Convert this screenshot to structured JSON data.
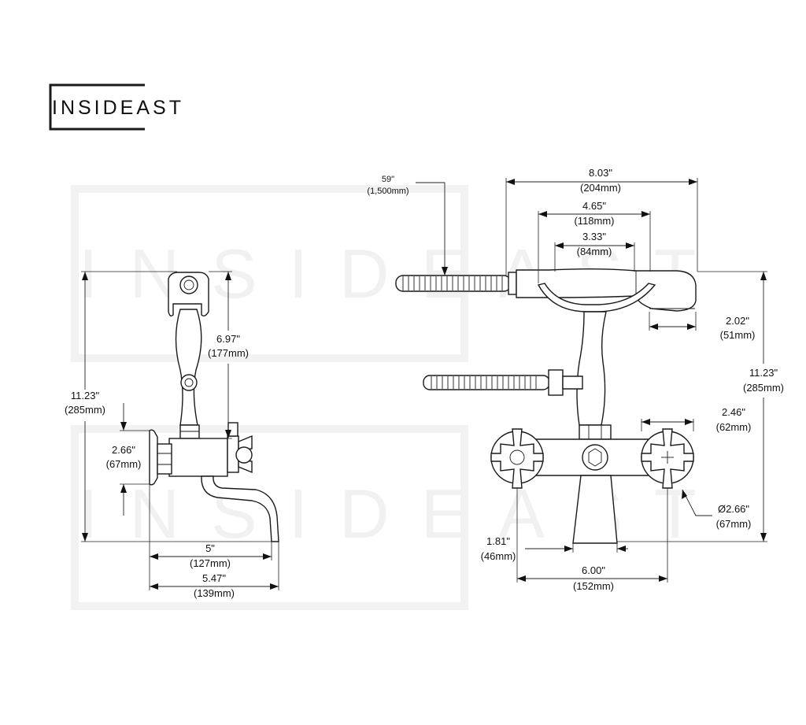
{
  "brand": {
    "logo": "INSIDEAST",
    "watermark": "INSIDEAST"
  },
  "side_view": {
    "height": {
      "in": "11.23\"",
      "mm": "(285mm)"
    },
    "riser": {
      "in": "6.97\"",
      "mm": "(177mm)"
    },
    "flange": {
      "in": "2.66\"",
      "mm": "(67mm)"
    },
    "spout_reach": {
      "in": "5\"",
      "mm": "(127mm)"
    },
    "overall_depth": {
      "in": "5.47\"",
      "mm": "(139mm)"
    }
  },
  "front_view": {
    "hose_length": {
      "in": "59\"",
      "mm": "(1,500mm)"
    },
    "handshower_length": {
      "in": "8.03\"",
      "mm": "(204mm)"
    },
    "cradle_width": {
      "in": "4.65\"",
      "mm": "(118mm)"
    },
    "cradle_inner": {
      "in": "3.33\"",
      "mm": "(84mm)"
    },
    "head_diameter": {
      "in": "2.02\"",
      "mm": "(51mm)"
    },
    "height": {
      "in": "11.23\"",
      "mm": "(285mm)"
    },
    "handle_width": {
      "in": "2.46\"",
      "mm": "(62mm)"
    },
    "flange_diameter": {
      "in": "Ø2.66\"",
      "mm": "(67mm)"
    },
    "spout_width": {
      "in": "1.81\"",
      "mm": "(46mm)"
    },
    "centers": {
      "in": "6.00\"",
      "mm": "(152mm)"
    }
  }
}
